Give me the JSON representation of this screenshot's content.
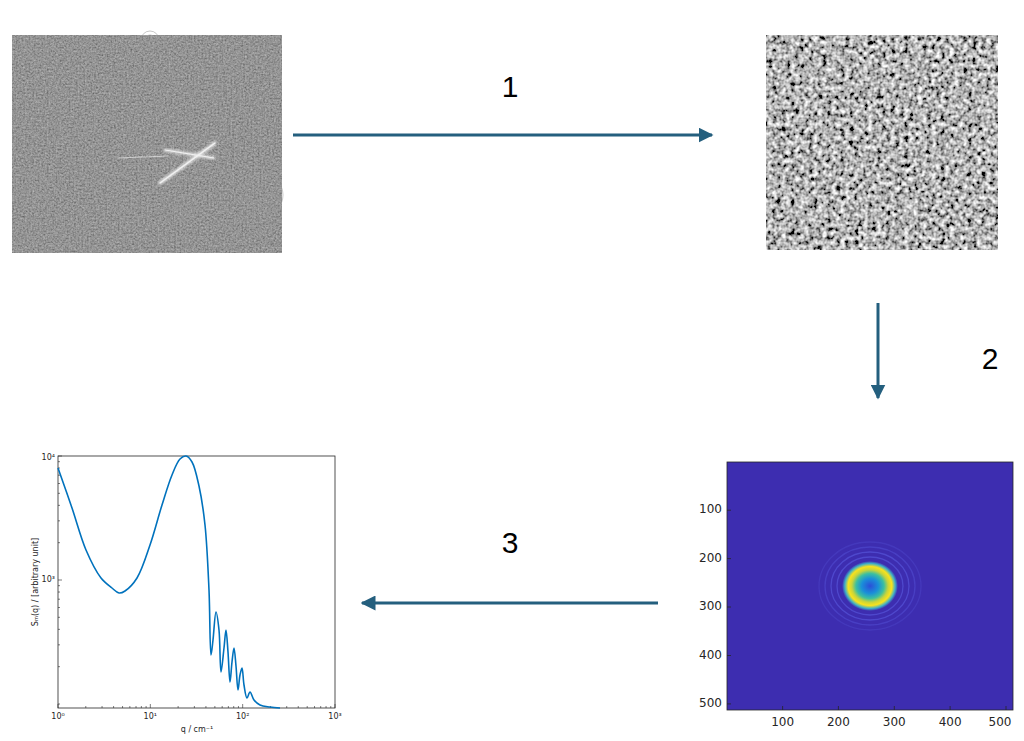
{
  "diagram": {
    "labels": [
      "1",
      "2",
      "3",
      "100",
      "200",
      "300",
      "400",
      "500",
      "100",
      "200",
      "300",
      "400",
      "500",
      "10⁴",
      "10³",
      "10⁰",
      "10¹",
      "10²",
      "10³",
      "Sₘ(q) / [arbitrary unit]",
      "q / cm⁻¹"
    ]
  }
}
